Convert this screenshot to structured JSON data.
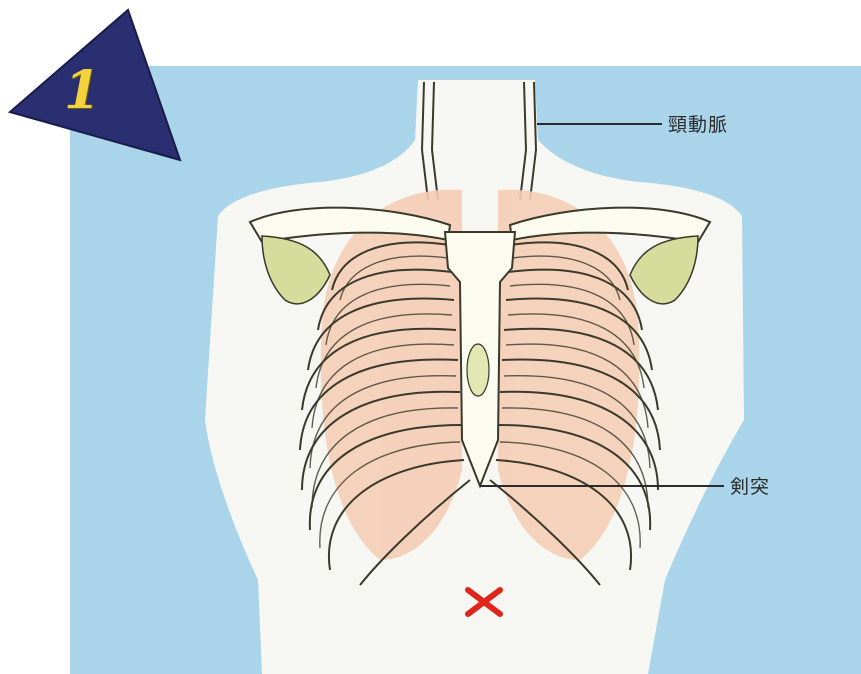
{
  "step": {
    "number": "1"
  },
  "labels": {
    "carotid_artery": "頸動脈",
    "xiphoid_process": "剣突"
  },
  "colors": {
    "background_blue": "#a9d4ea",
    "body_white": "#f6f7f3",
    "bone": "#fbfbf0",
    "bone_shade": "#d6dc9c",
    "lung_pink": "#f5cdb6",
    "triangle_navy": "#2a2f72",
    "number_yellow": "#f3d23c",
    "marker_red": "#e0261a",
    "ink": "#3a3a2a"
  },
  "icons": {
    "corner_badge": "triangle-badge",
    "cpr_marker": "red-x-mark"
  }
}
